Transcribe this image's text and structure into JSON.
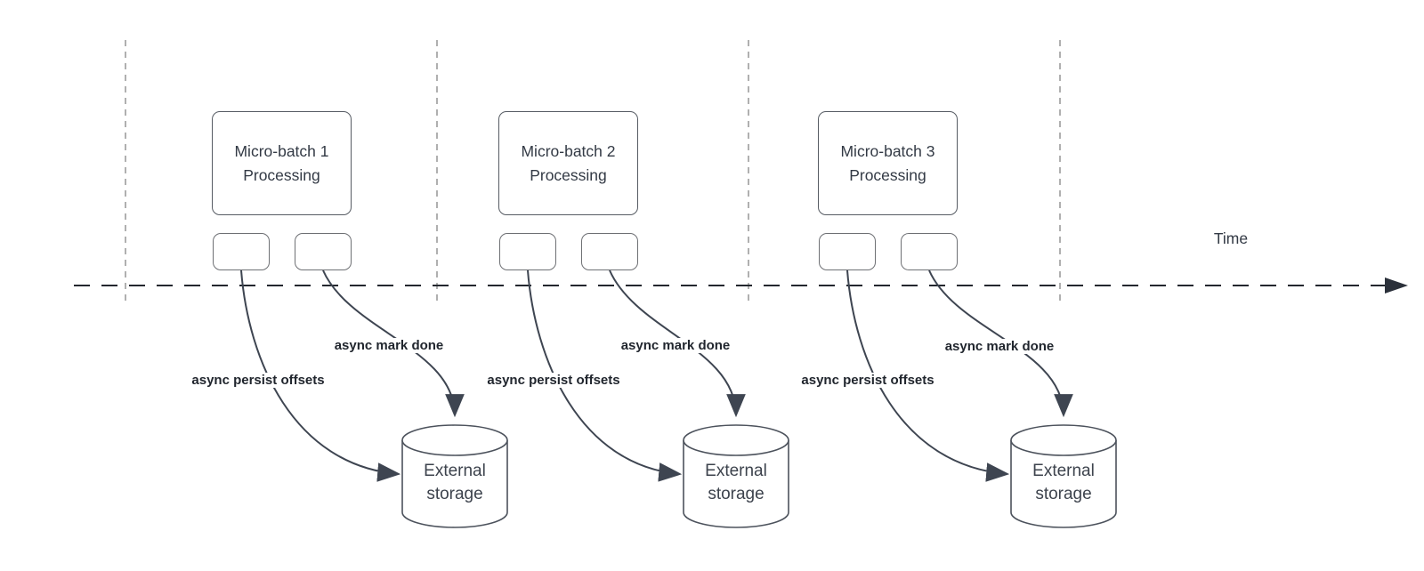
{
  "diagram": {
    "time_axis_label": "Time",
    "groups": [
      {
        "title_line1": "Micro-batch 1",
        "title_line2": "Processing",
        "persist_label": "async persist offsets",
        "mark_done_label": "async mark done",
        "storage_line1": "External",
        "storage_line2": "storage"
      },
      {
        "title_line1": "Micro-batch 2",
        "title_line2": "Processing",
        "persist_label": "async persist offsets",
        "mark_done_label": "async mark done",
        "storage_line1": "External",
        "storage_line2": "storage"
      },
      {
        "title_line1": "Micro-batch 3",
        "title_line2": "Processing",
        "persist_label": "async persist offsets",
        "mark_done_label": "async mark done",
        "storage_line1": "External",
        "storage_line2": "storage"
      }
    ],
    "colors": {
      "connector": "#3e4551",
      "timeline": "#23272e",
      "guide_line": "#a8a8a8",
      "box_border": "#565b63",
      "text": "#333a45"
    }
  }
}
